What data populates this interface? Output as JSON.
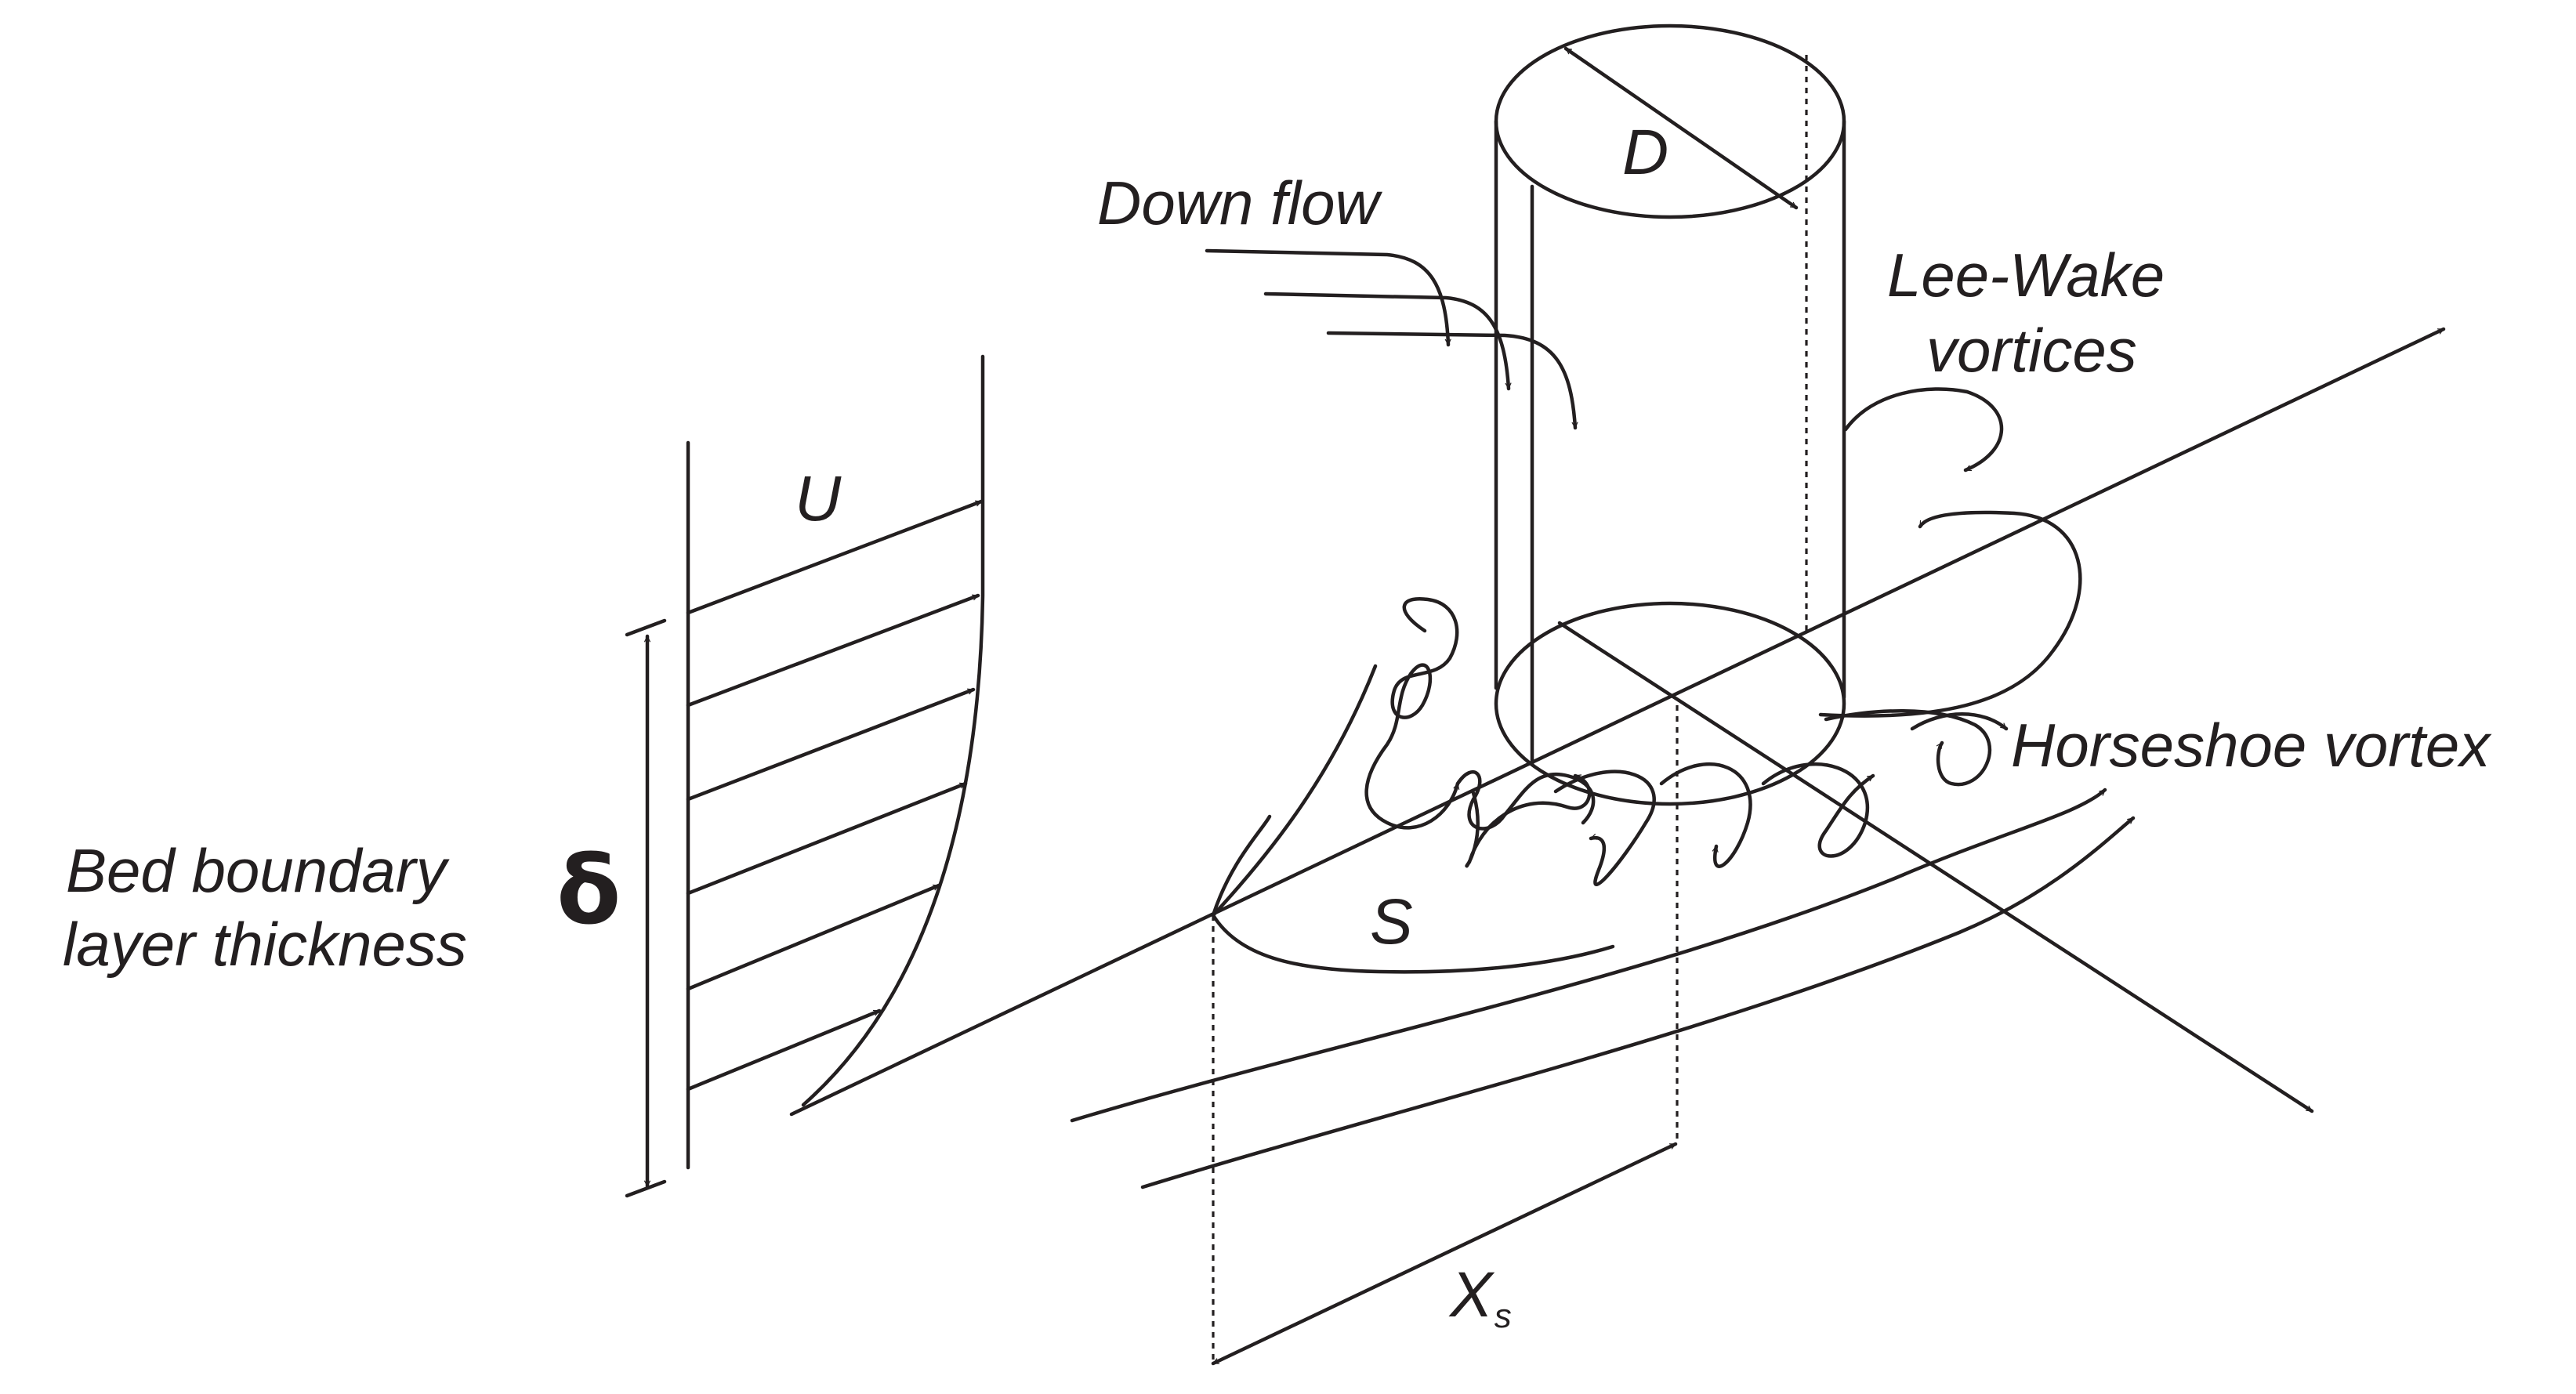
{
  "labels": {
    "down_flow": "Down flow",
    "lee_wake_line1": "Lee-Wake",
    "lee_wake_line2": "vortices",
    "horseshoe_vortex": "Horseshoe vortex",
    "bed_boundary_line1": "Bed boundary",
    "bed_boundary_line2": "layer thickness",
    "velocity": "U",
    "diameter": "D",
    "delta": "δ",
    "scour": "S",
    "xs_main": "X",
    "xs_sub": "s"
  },
  "colors": {
    "ink": "#231f20",
    "background": "#ffffff"
  },
  "icons": [
    "arrowhead-icon"
  ]
}
